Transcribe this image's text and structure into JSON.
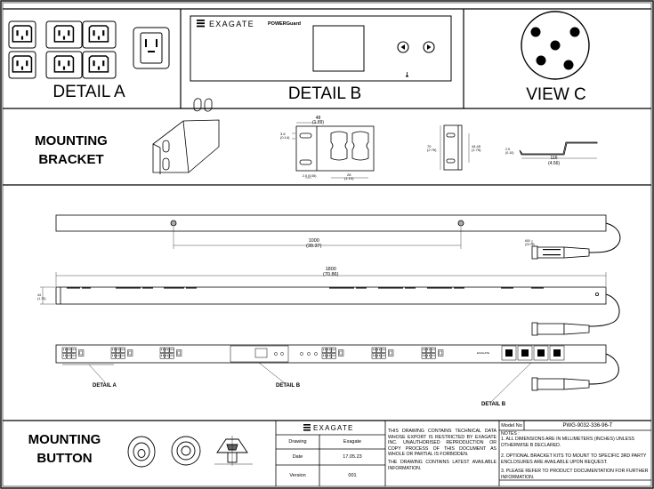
{
  "detail_a": {
    "title": "DETAIL A"
  },
  "detail_b": {
    "title": "DETAIL B",
    "brand": "EXAGATE",
    "product": "POWERGuard"
  },
  "view_c": {
    "title": "VIEW C"
  },
  "mounting_bracket": {
    "title": "MOUNTING BRACKET",
    "dims": {
      "width_top": "48",
      "width_top_in": "(1.89)",
      "d1": "3.6",
      "d1_in": "(0.14)",
      "d2": "28",
      "d2_in": "(1.10)",
      "h1": "70",
      "h1_in": "(2.76)",
      "h2": "44.45",
      "h2_in": "(1.75)",
      "len": "116",
      "len_in": "(4.56)",
      "small": "2.5",
      "small_in": "(0.10)",
      "tiny": "(0.06)"
    }
  },
  "main": {
    "dim_1000": "1000",
    "dim_1000_in": "(39.37)",
    "dim_1800": "1800",
    "dim_1800_in": "(70.86)",
    "dim_44": "44",
    "dim_44_in": "(1.73)",
    "dim_small": "600",
    "dim_small_in": "(23.70)",
    "callout_a": "DETAIL A",
    "callout_b1": "DETAIL B",
    "callout_b2": "DETAIL B",
    "tiny_brand": "EXAGATE"
  },
  "mounting_button": {
    "title": "MOUNTING BUTTON"
  },
  "title_block": {
    "brand": "EXAGATE",
    "drawing_label": "Drawing",
    "drawing_value": "Exagate",
    "date_label": "Date",
    "date_value": "17.05.23",
    "version_label": "Version",
    "version_value": "001",
    "disclaimer_1": "THIS DRAWING CONTAINS TECHNICAL DATA WHOSE EXPORT IS RESTRICTED BY EXAGATE INC. UNAUTHORISED REPRODUCTION OR COPY PROCESS OF THIS DOCUMENT AS WHOLE OR PARTIAL IS FORBIDDEN.",
    "disclaimer_2": "THE DRAWING CONTAINS LATEST AVAILABLE INFORMATION.",
    "model_label": "Model No",
    "model_value": "PWG-9032-336-96-T",
    "notes_title": "NOTES :",
    "note_1": "1. ALL DIMENSIONS ARE IN MILLIMETERS (INCHES) UNLESS OTHERWISE B DECLARED.",
    "note_2": "2. OPTIONAL BRACKET KITS TO MOUNT TO SPECIFIC 3RD PARTY ENCLOSURES ARE AVAILABLE UPON REQUEST.",
    "note_3": "3. PLEASE REFER TO PRODUCT DOCUMENTATION FOR FURTHER INFORMATION."
  }
}
